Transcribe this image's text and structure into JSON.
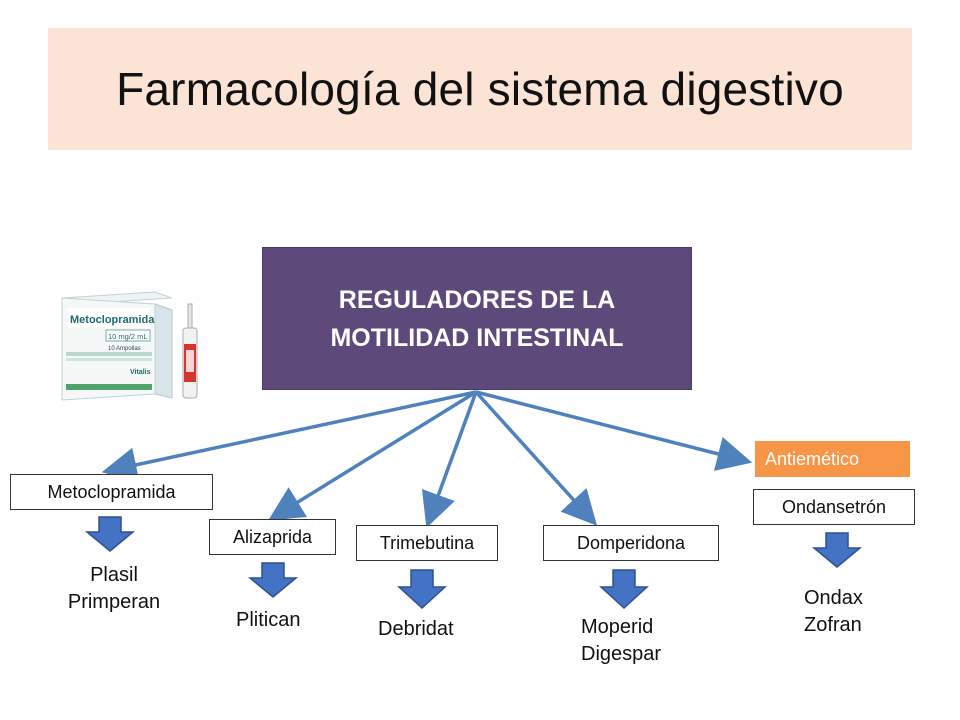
{
  "title": "Farmacología del sistema digestivo",
  "center": {
    "line1": "REGULADORES DE LA",
    "line2": "MOTILIDAD INTESTINAL"
  },
  "category_label": "Antiemético",
  "product_image": {
    "box_text": "Metoclopramida",
    "dose": "10 mg/2 mL",
    "ampoules": "10 Ampollas",
    "brand": "Vitalis"
  },
  "drugs": [
    {
      "name": "Metoclopramida",
      "brands": [
        "Plasil",
        "Primperan"
      ]
    },
    {
      "name": "Alizaprida",
      "brands": [
        "Plitican"
      ]
    },
    {
      "name": "Trimebutina",
      "brands": [
        "Debridat"
      ]
    },
    {
      "name": "Domperidona",
      "brands": [
        "Moperid",
        "Digespar"
      ]
    },
    {
      "name": "Ondansetrón",
      "brands": [
        "Ondax",
        "Zofran"
      ]
    }
  ],
  "colors": {
    "title_band": "#fbe3d6",
    "center_box": "#5d4a7a",
    "arrow": "#4f81bd",
    "category": "#f79646"
  }
}
